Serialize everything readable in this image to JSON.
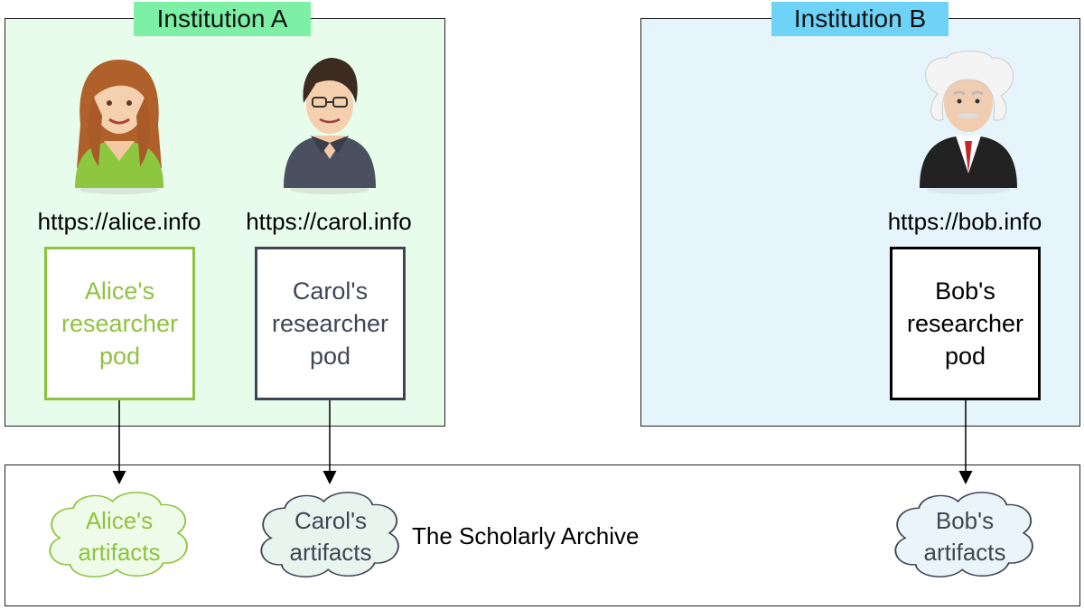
{
  "institutions": {
    "a": {
      "label": "Institution A",
      "label_bg": "#7df0a6",
      "bg": "#e8fcec"
    },
    "b": {
      "label": "Institution B",
      "label_bg": "#6ed3f7",
      "bg": "#e6f5fc"
    }
  },
  "researchers": {
    "alice": {
      "url": "https://alice.info",
      "pod_lines": [
        "Alice's",
        "researcher",
        "pod"
      ],
      "color": "#8fc23f",
      "avatar": "female-avatar-icon",
      "artifact_lines": [
        "Alice's",
        "artifacts"
      ],
      "cloud_fill": "#eefbe8"
    },
    "carol": {
      "url": "https://carol.info",
      "pod_lines": [
        "Carol's",
        "researcher",
        "pod"
      ],
      "color": "#3f4555",
      "avatar": "person-with-glasses-icon",
      "artifact_lines": [
        "Carol's",
        "artifacts"
      ],
      "cloud_fill": "#e8f5ef"
    },
    "bob": {
      "url": "https://bob.info",
      "pod_lines": [
        "Bob's",
        "researcher",
        "pod"
      ],
      "color": "#000000",
      "avatar": "einstein-avatar-icon",
      "artifact_lines": [
        "Bob's",
        "artifacts"
      ],
      "cloud_fill": "#eaf5fb"
    }
  },
  "archive": {
    "label": "The Scholarly Archive"
  }
}
